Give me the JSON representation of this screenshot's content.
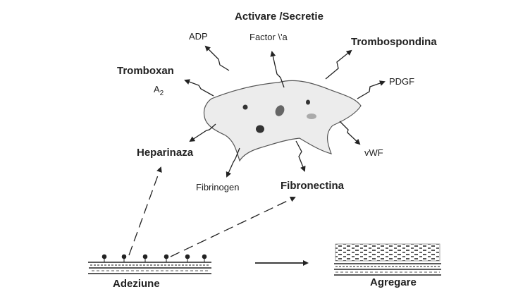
{
  "diagram": {
    "labels": {
      "activation": "Activare /Secretie",
      "adp": "ADP",
      "factor_va": "Factor \\'a",
      "trombospondina": "Trombospondina",
      "tromboxan": "Tromboxan",
      "a2_base": "A",
      "a2_sub": "2",
      "pdgf": "PDGF",
      "heparinaza": "Heparinaza",
      "vwf": "vWF",
      "fibrinogen": "Fibrinogen",
      "fibronectina": "Fibronectina",
      "adeziune": "Adeziune",
      "agregare": "Agregare"
    }
  }
}
